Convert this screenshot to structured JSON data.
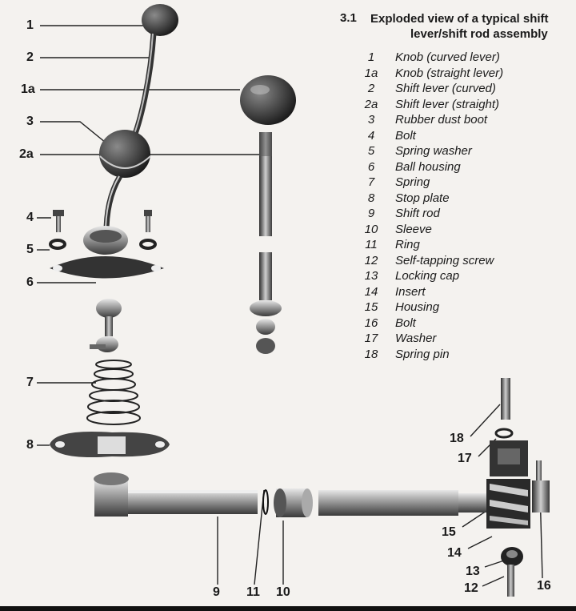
{
  "figure": {
    "number": "3.1",
    "title_line1": "Exploded view of a typical shift",
    "title_line2": "lever/shift rod assembly"
  },
  "legend": [
    {
      "num": "1",
      "desc": "Knob (curved lever)"
    },
    {
      "num": "1a",
      "desc": "Knob (straight lever)"
    },
    {
      "num": "2",
      "desc": "Shift lever (curved)"
    },
    {
      "num": "2a",
      "desc": "Shift lever (straight)"
    },
    {
      "num": "3",
      "desc": "Rubber dust boot"
    },
    {
      "num": "4",
      "desc": "Bolt"
    },
    {
      "num": "5",
      "desc": "Spring washer"
    },
    {
      "num": "6",
      "desc": "Ball housing"
    },
    {
      "num": "7",
      "desc": "Spring"
    },
    {
      "num": "8",
      "desc": "Stop plate"
    },
    {
      "num": "9",
      "desc": "Shift rod"
    },
    {
      "num": "10",
      "desc": "Sleeve"
    },
    {
      "num": "11",
      "desc": "Ring"
    },
    {
      "num": "12",
      "desc": "Self-tapping screw"
    },
    {
      "num": "13",
      "desc": "Locking cap"
    },
    {
      "num": "14",
      "desc": "Insert"
    },
    {
      "num": "15",
      "desc": "Housing"
    },
    {
      "num": "16",
      "desc": "Bolt"
    },
    {
      "num": "17",
      "desc": "Washer"
    },
    {
      "num": "18",
      "desc": "Spring pin"
    }
  ],
  "callouts": {
    "c1": "1",
    "c2": "2",
    "c1a": "1a",
    "c3": "3",
    "c2a": "2a",
    "c4": "4",
    "c5": "5",
    "c6": "6",
    "c7": "7",
    "c8": "8",
    "c9": "9",
    "c11": "11",
    "c10": "10",
    "c18": "18",
    "c17": "17",
    "c15": "15",
    "c14": "14",
    "c13": "13",
    "c12": "12",
    "c16": "16"
  }
}
